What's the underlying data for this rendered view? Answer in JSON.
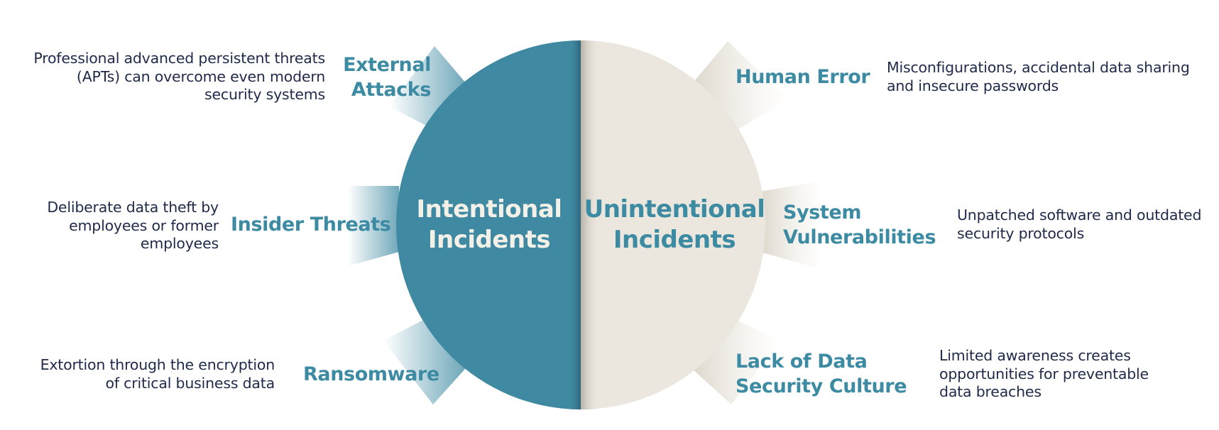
{
  "colors": {
    "intentional": "#3f8aa2",
    "unintentional": "#ebe7de",
    "accent_text": "#3d8ba3",
    "body_text": "#1f2a4a"
  },
  "center": {
    "intentional": {
      "line1": "Intentional",
      "line2": "Incidents"
    },
    "unintentional": {
      "line1": "Unintentional",
      "line2": "Incidents"
    }
  },
  "left": [
    {
      "title_lines": [
        "External",
        "Attacks"
      ],
      "desc_lines": [
        "Professional advanced persistent threats",
        "(APTs) can overcome even modern",
        "security systems"
      ]
    },
    {
      "title_lines": [
        "Insider Threats"
      ],
      "desc_lines": [
        "Deliberate data theft by",
        "employees or former",
        "employees"
      ]
    },
    {
      "title_lines": [
        "Ransomware"
      ],
      "desc_lines": [
        "Extortion through the encryption",
        "of critical business data"
      ]
    }
  ],
  "right": [
    {
      "title_lines": [
        "Human Error"
      ],
      "desc_lines": [
        "Misconfigurations, accidental data sharing",
        "and insecure passwords"
      ]
    },
    {
      "title_lines": [
        "System",
        "Vulnerabilities"
      ],
      "desc_lines": [
        "Unpatched software and outdated",
        "security protocols"
      ]
    },
    {
      "title_lines": [
        "Lack of Data",
        "Security Culture"
      ],
      "desc_lines": [
        "Limited awareness creates",
        "opportunities for preventable",
        "data breaches"
      ]
    }
  ]
}
